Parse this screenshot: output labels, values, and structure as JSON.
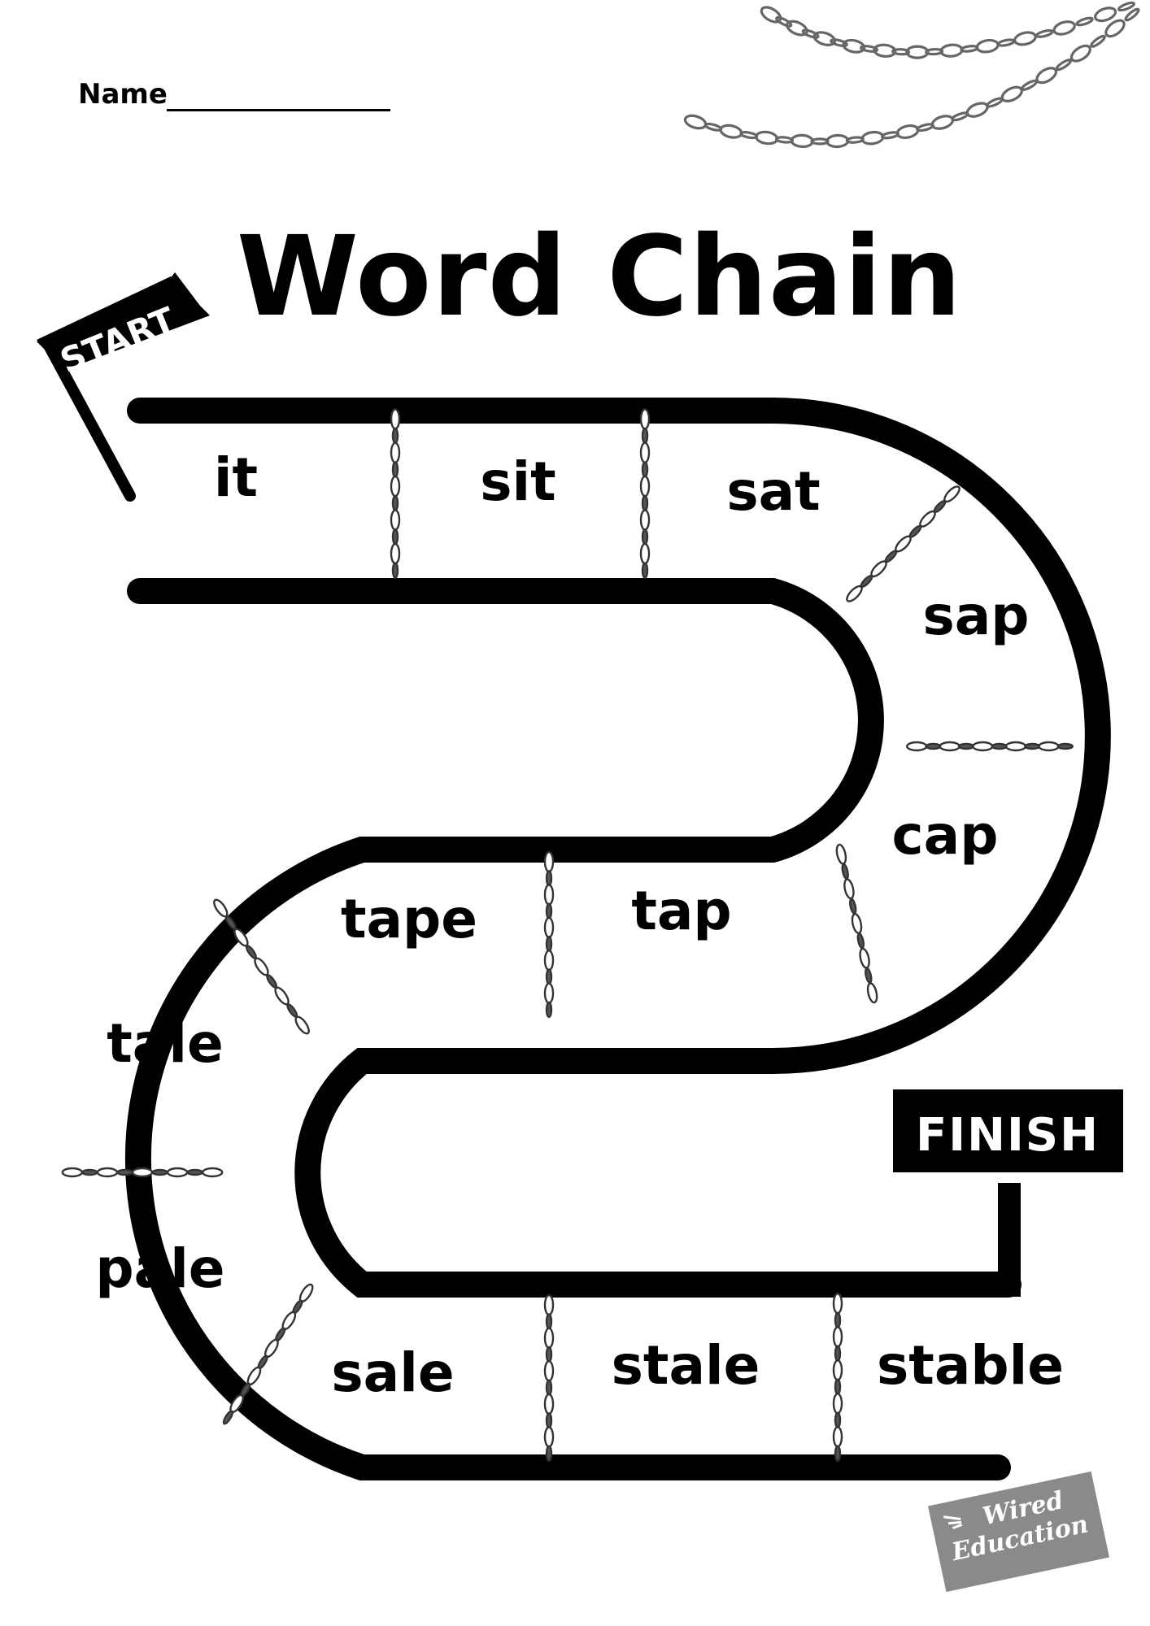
{
  "header": {
    "name_label": "Name",
    "title": "Word Chain"
  },
  "markers": {
    "start": "START",
    "finish": "FINISH"
  },
  "words": [
    "it",
    "sit",
    "sat",
    "sap",
    "cap",
    "tap",
    "tape",
    "tale",
    "pale",
    "sale",
    "stale",
    "stable"
  ],
  "branding": {
    "line1": "Wired",
    "line2": "Education"
  },
  "colors": {
    "track": "#000000",
    "chain": "#444444",
    "badge": "#8a8a8a"
  }
}
